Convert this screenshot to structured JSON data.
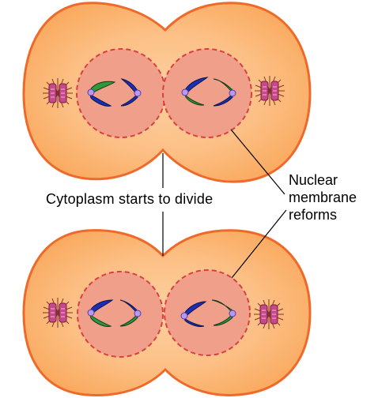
{
  "labels": {
    "cytoplasm": "Cytoplasm starts to divide",
    "nuclear_membrane": [
      "Nuclear",
      "membrane",
      "reforms"
    ]
  },
  "colors": {
    "cell_fill": "#fbb36d",
    "cell_outline": "#ef6a2a",
    "nucleus_fill": "#f0a08a",
    "nucleus_outline": "#d94040",
    "chromosome_green": "#2f9a3c",
    "chromosome_blue": "#1c2fb4",
    "centromere": "#b79af0",
    "centriole": "#c64a8a",
    "leader_line": "#000000"
  }
}
